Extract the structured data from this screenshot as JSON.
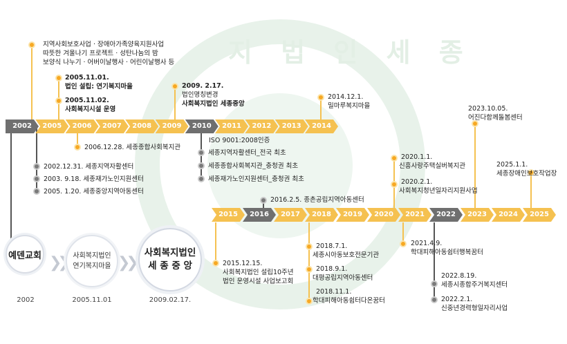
{
  "watermark": {
    "text": "지 법 인 세 종"
  },
  "top_bar": {
    "years": [
      {
        "label": "2002",
        "color": "gray"
      },
      {
        "label": "2005",
        "color": "gold"
      },
      {
        "label": "2006",
        "color": "gold"
      },
      {
        "label": "2007",
        "color": "gold"
      },
      {
        "label": "2008",
        "color": "gold"
      },
      {
        "label": "2009",
        "color": "gold"
      },
      {
        "label": "2010",
        "color": "gray"
      },
      {
        "label": "2011",
        "color": "gold"
      },
      {
        "label": "2012",
        "color": "gold"
      },
      {
        "label": "2013",
        "color": "gold"
      },
      {
        "label": "2014",
        "color": "gold"
      }
    ]
  },
  "bottom_bar": {
    "years": [
      {
        "label": "2015",
        "color": "gold"
      },
      {
        "label": "2016",
        "color": "gray"
      },
      {
        "label": "2017",
        "color": "gold"
      },
      {
        "label": "2018",
        "color": "gold"
      },
      {
        "label": "2019",
        "color": "gold"
      },
      {
        "label": "2020",
        "color": "gold"
      },
      {
        "label": "2021",
        "color": "gold"
      },
      {
        "label": "2022",
        "color": "gray"
      },
      {
        "label": "2023",
        "color": "gold"
      },
      {
        "label": "2024",
        "color": "gold"
      },
      {
        "label": "2025",
        "color": "gold"
      }
    ]
  },
  "events": {
    "e2002_top_1": "지역사회보호사업 · 장애아가족양육지원사업",
    "e2002_top_2": "따뜻한 겨울나기 프로젝트 · 성탄나눔의 밤",
    "e2002_top_3": "보양식 나누기 · 어버이날행사 · 어린이날행사 등",
    "e2005a_date": "2005.11.01.",
    "e2005a_text": "법인 설립: 연기복지마을",
    "e2005b_date": "2005.11.02.",
    "e2005b_text": "사회복지시설 운영",
    "e2006": "2006.12.28. 세종종합사회복지관",
    "e2002_b1": "2002.12.31. 세종지역자활센터",
    "e2002_b2": "2003. 9.18. 세종재가노인지원센터",
    "e2002_b3": "2005. 1.20. 세종중앙지역아동센터",
    "e2009_date": "2009. 2.17.",
    "e2009_l1": "법인명칭변경",
    "e2009_l2": "사회복지법인 세종중앙",
    "e2010_head": "ISO 9001:2008인증",
    "e2010_1": "세종지역자활센터_전국 최초",
    "e2010_2": "세종종합사회복지관_충청권 최초",
    "e2010_3": "세종재가노인지원센터_충청권 최초",
    "e2014_date": "2014.12.1.",
    "e2014_text": "밀마루복지마을",
    "e2016": "2016.2.5.  종촌공립지역아동센터",
    "e2015_date": "2015.12.15.",
    "e2015_l1": "사회복지법인 설립10주년",
    "e2015_l2": "법인 운영시설 사업보고회",
    "e2018a_date": "2018.7.1.",
    "e2018a_text": "세종시아동보호전문기관",
    "e2018b_date": "2018.9.1.",
    "e2018b_text": "대평공립지역아동센터",
    "e2018c_date": "2018.11.1.",
    "e2018c_text": "학대피해아동쉼터다온꿈터",
    "e2020a_date": "2020.1.1.",
    "e2020a_text": "신흥사랑주택실버복지관",
    "e2020b_date": "2020.2.1.",
    "e2020b_text": "사회복지청년일자리지원사업",
    "e2021_date": "2021.4.9.",
    "e2021_text": "학대피해아동쉼터행복꿈터",
    "e2022a_date": "2022.8.19.",
    "e2022a_text": "세종시종합주거복지센터",
    "e2022b_date": "2022.2.1.",
    "e2022b_text": "신중년경력형일자리사업",
    "e2023_date": "2023.10.05.",
    "e2023_text": "어진다함께돌봄센터",
    "e2025_date": "2025.1.1.",
    "e2025_text": "세종장애인보호작업장"
  },
  "history": {
    "step1": "예덴교회",
    "step1_year": "2002",
    "step2_l1": "사회복지법인",
    "step2_l2": "연기복지마을",
    "step2_year": "2005.11.01",
    "step3_l1": "사회복지법인",
    "step3_l2": "세 종 중 앙",
    "step3_year": "2009.02.17."
  },
  "colors": {
    "gold": "#f5c150",
    "gray": "#6f6f6f",
    "dot": "#f7a823"
  }
}
